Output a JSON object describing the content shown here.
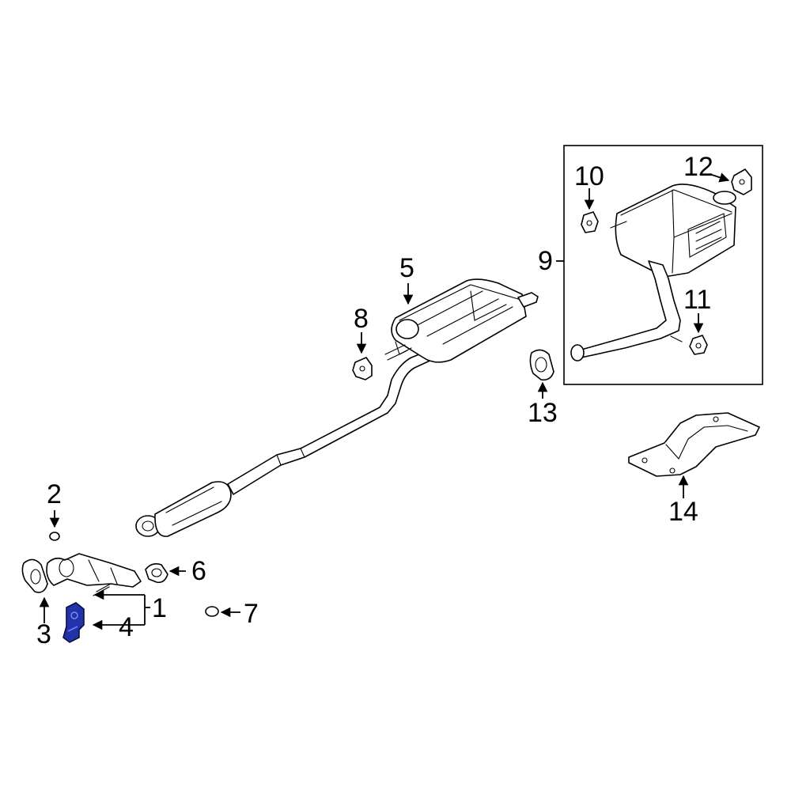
{
  "diagram": {
    "callouts": {
      "c1": "1",
      "c2": "2",
      "c3": "3",
      "c4": "4",
      "c5": "5",
      "c6": "6",
      "c7": "7",
      "c8": "8",
      "c9": "9",
      "c10": "10",
      "c11": "11",
      "c12": "12",
      "c13": "13",
      "c14": "14"
    },
    "highlight_color": "#2233aa"
  }
}
